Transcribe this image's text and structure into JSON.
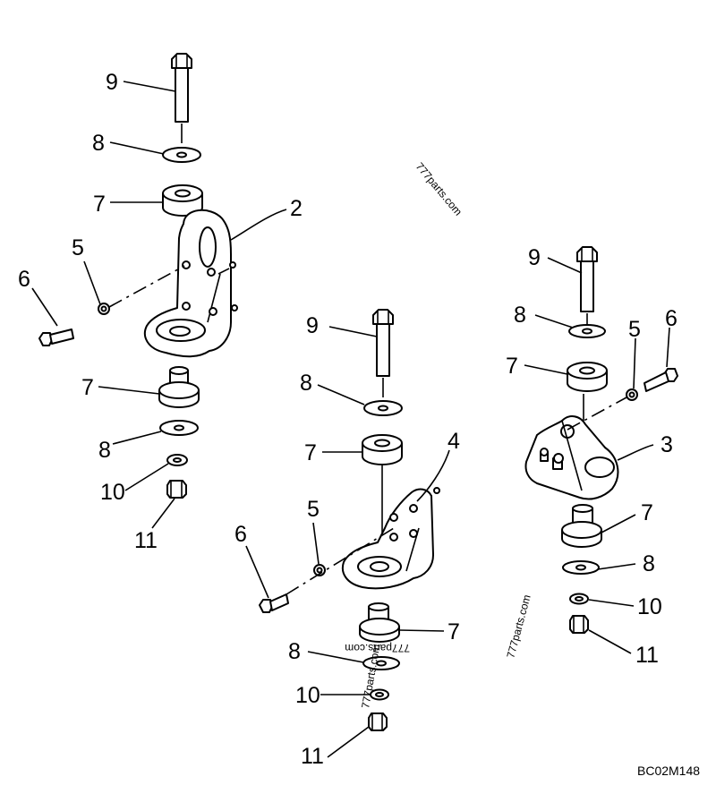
{
  "drawing_code": "BC02M148",
  "watermark": "777parts.com",
  "callouts": {
    "a9": "9",
    "a8": "8",
    "a7": "7",
    "a2": "2",
    "a5": "5",
    "a6": "6",
    "a7b": "7",
    "a8b": "8",
    "a10": "10",
    "a11": "11",
    "b9": "9",
    "b8": "8",
    "b7": "7",
    "b4": "4",
    "b5": "5",
    "b6": "6",
    "b7b": "7",
    "b8b": "8",
    "b10": "10",
    "b11": "11",
    "c9": "9",
    "c8": "8",
    "c5": "5",
    "c6": "6",
    "c7": "7",
    "c3": "3",
    "c7b": "7",
    "c8b": "8",
    "c10": "10",
    "c11": "11"
  }
}
